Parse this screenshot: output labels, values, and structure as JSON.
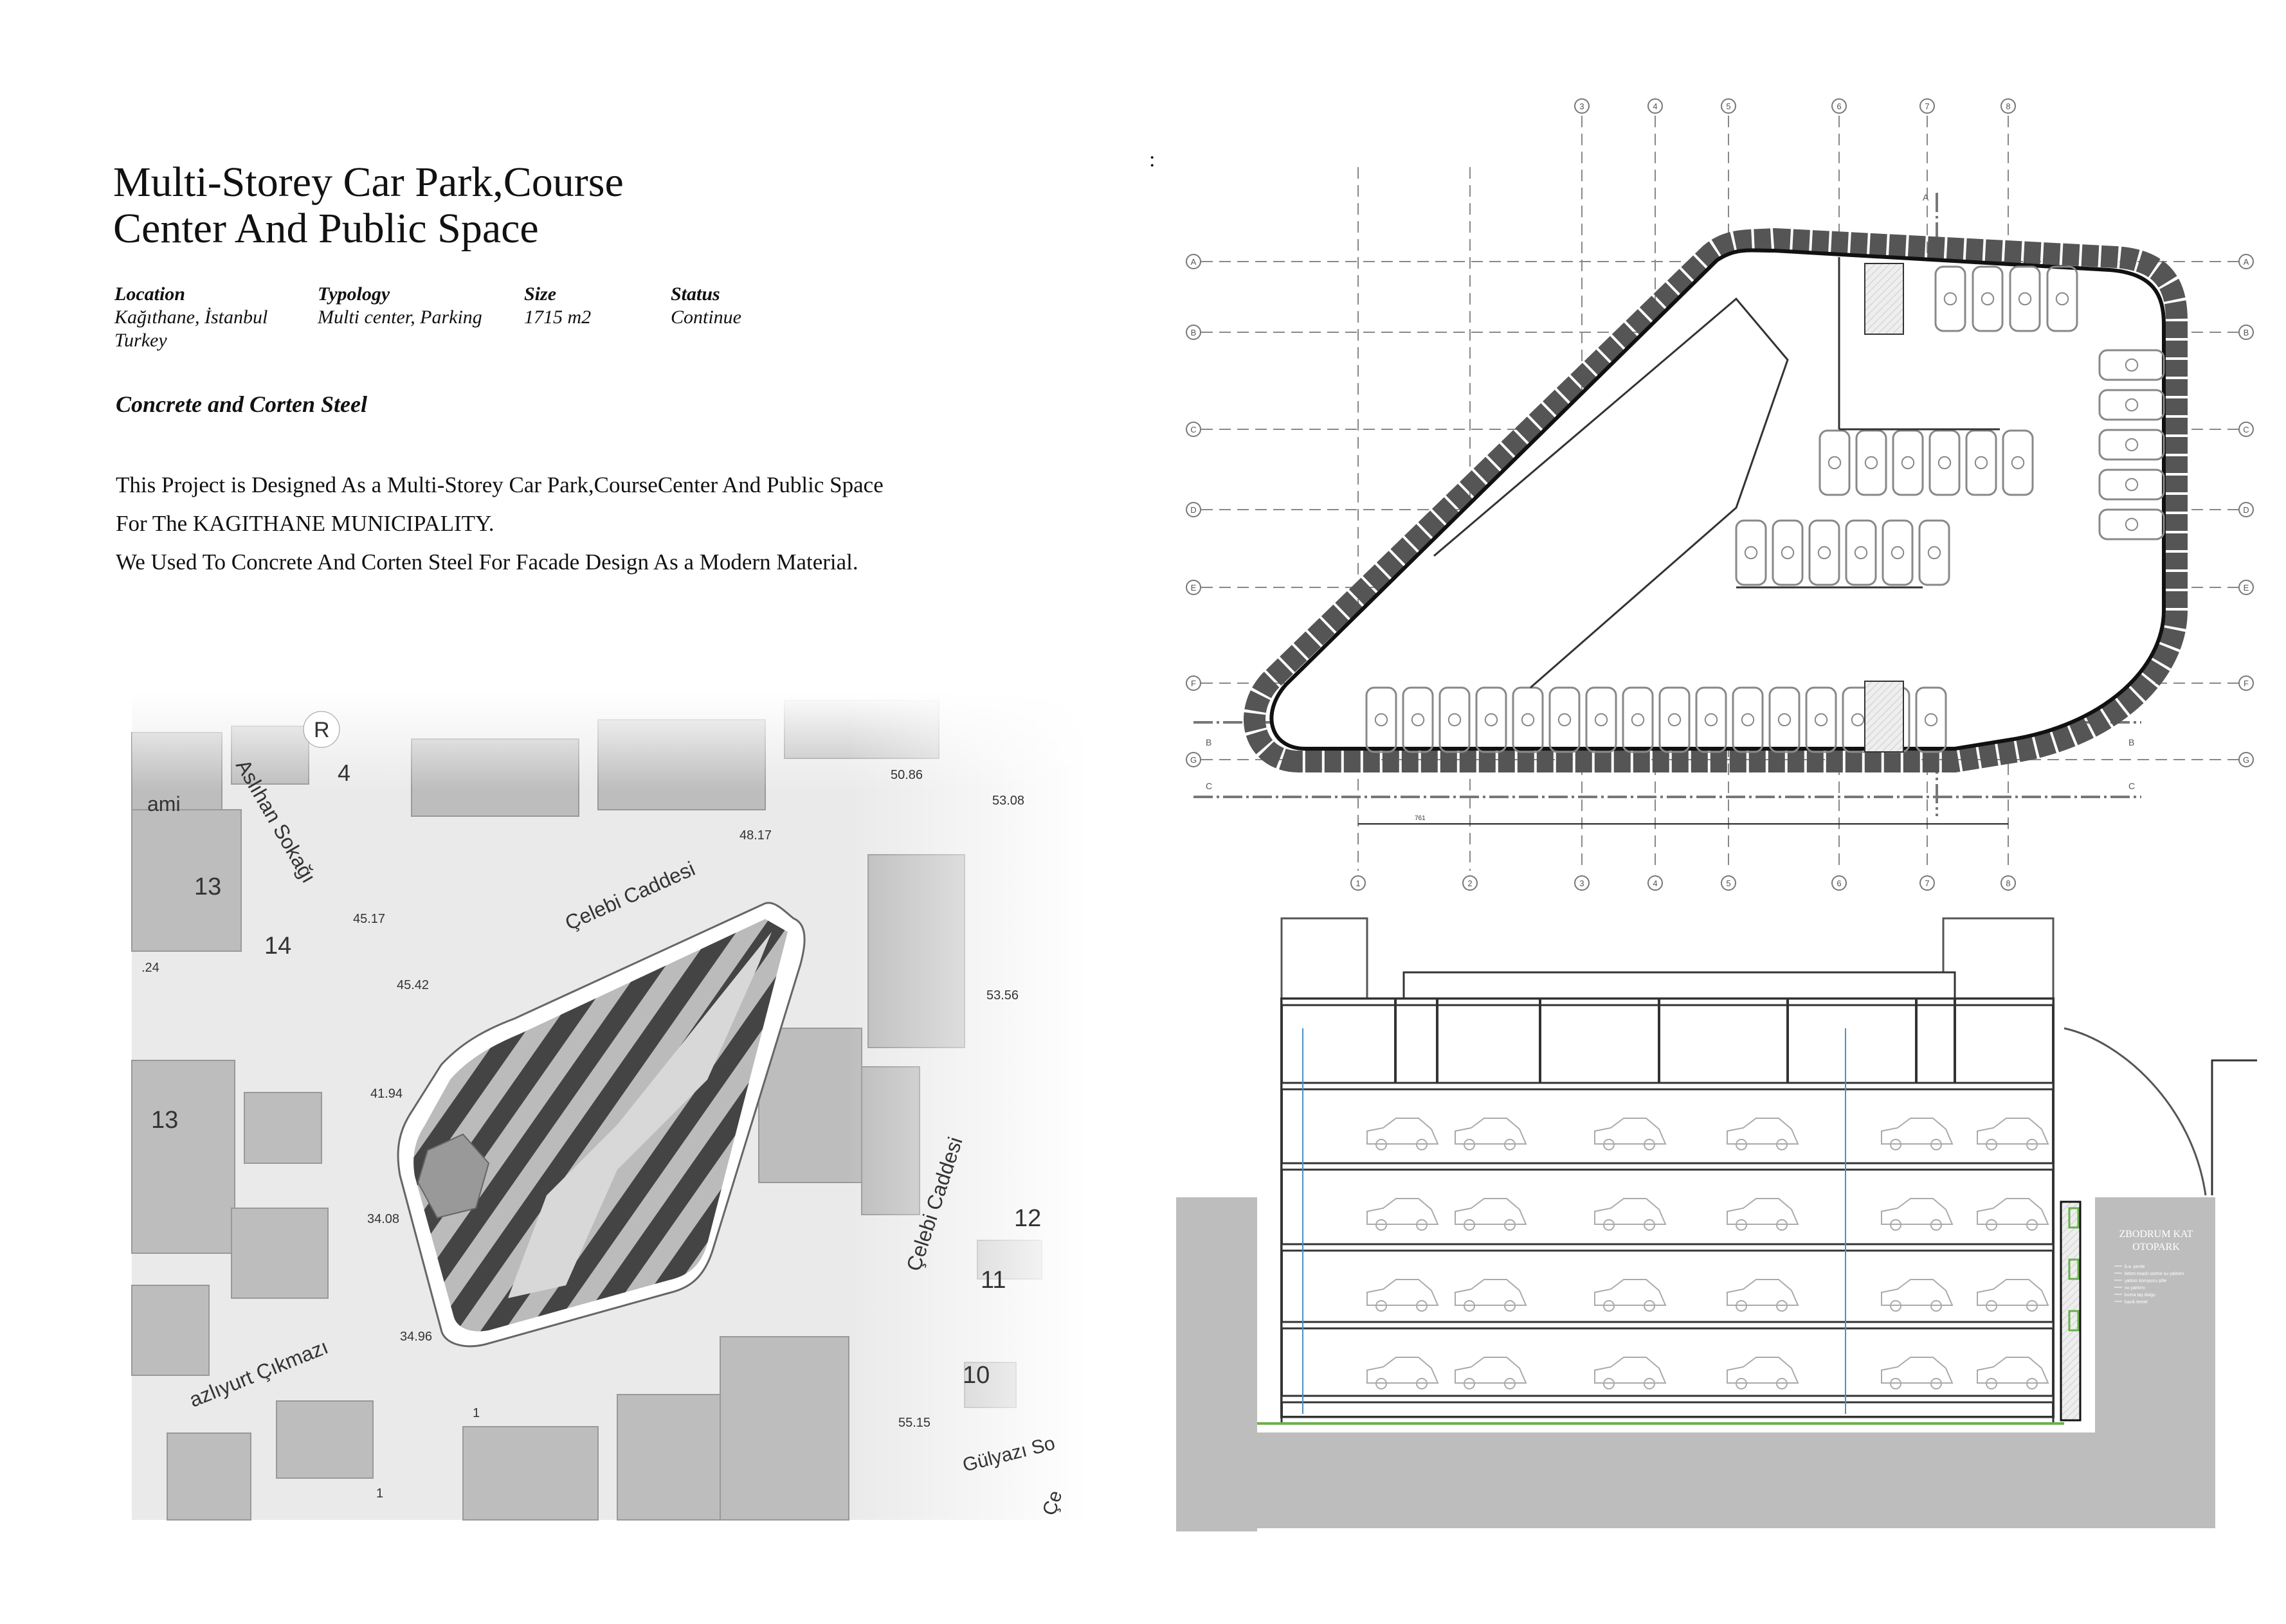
{
  "header": {
    "title_line1": "Multi-Storey Car Park,Course",
    "title_line2": "Center And Public Space",
    "colon_mark": ":"
  },
  "meta": [
    {
      "label": "Location",
      "value": "Kağıthane, İstanbul",
      "value2": "Turkey"
    },
    {
      "label": "Typology",
      "value": "Multi center, Parking"
    },
    {
      "label": "Size",
      "value": "1715 m2"
    },
    {
      "label": "Status",
      "value": "Continue"
    }
  ],
  "material": "Concrete and Corten Steel",
  "description": [
    "This Project is Designed As a Multi-Storey Car Park,CourseCenter And Public Space",
    "For The KAGITHANE MUNICIPALITY.",
    "We Used To Concrete And Corten Steel For Facade Design As a Modern Material."
  ],
  "site_plan": {
    "streets": [
      "Aslıhan Sokağı",
      "Çelebi Caddesi",
      "Çelebi Caddesi",
      "azlıyurt Çıkmazı",
      "Gülyazı So",
      "Çe"
    ],
    "elevations": [
      "50.86",
      "53.08",
      "48.17",
      "45.17",
      "45.42",
      "41.94",
      "34.08",
      "34.96",
      "53.56",
      "55.15",
      ".24"
    ],
    "parcel_numbers": [
      "13",
      "14",
      "13",
      "12",
      "11",
      "10",
      "4",
      "1",
      "1",
      "ami"
    ],
    "symbol_label": "R"
  },
  "floor_plan": {
    "grid_columns_top": [
      "3",
      "4",
      "5",
      "6",
      "7",
      "8"
    ],
    "grid_columns_bottom": [
      "1",
      "2",
      "3",
      "4",
      "5",
      "6",
      "7",
      "8"
    ],
    "grid_rows": [
      "A",
      "B",
      "C",
      "D",
      "E",
      "F",
      "G"
    ],
    "section_marks": [
      "A",
      "B",
      "B",
      "C",
      "C"
    ],
    "dimension": "761"
  },
  "section": {
    "legend_title_line1": "ZBODRUM KAT",
    "legend_title_line2": "OTOPARK",
    "legend_items": [
      "b.a. perde",
      "bitüm esaslı sürme su yalıtımı",
      "yalıtım koruyucu şilte",
      "ısı yalıtımı",
      "kırma taş dolgu",
      "kazık temel"
    ]
  },
  "colors": {
    "text": "#111111",
    "drawing_line": "#555555",
    "building_fill": "#bdbdbd",
    "accent_green": "#6ab04c",
    "accent_blue": "#4a90c8"
  }
}
